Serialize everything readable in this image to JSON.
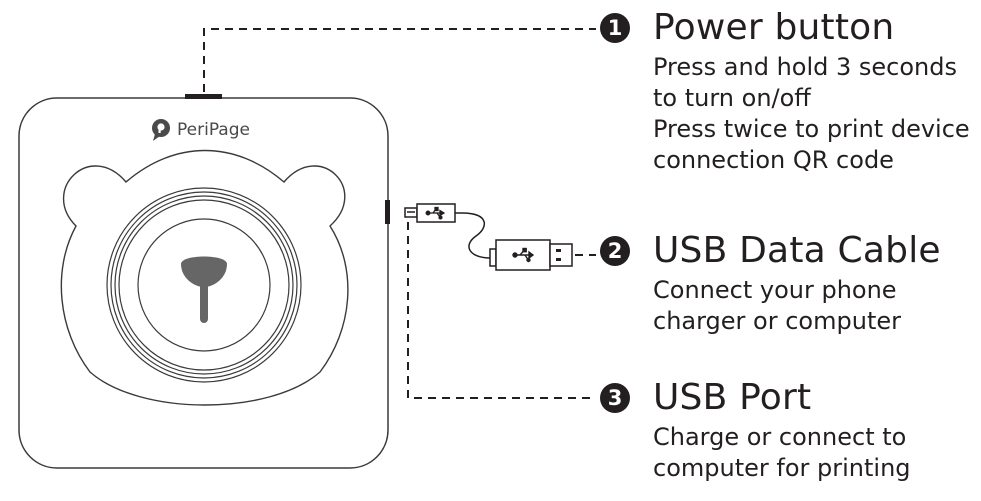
{
  "brand": {
    "name": "PeriPage"
  },
  "callouts": [
    {
      "number": "1",
      "title": "Power button",
      "lines": [
        "Press and hold 3 seconds",
        "to turn on/off",
        "Press twice to print device",
        "connection QR code"
      ]
    },
    {
      "number": "2",
      "title": "USB Data Cable",
      "lines": [
        "Connect your phone",
        "charger or computer"
      ]
    },
    {
      "number": "3",
      "title": "USB Port",
      "lines": [
        "Charge or connect to",
        "computer for printing"
      ]
    }
  ],
  "icons": [
    "peripage-logo-icon",
    "usb-symbol-icon"
  ],
  "colors": {
    "ink": "#231f20",
    "outline": "#3a3a3a",
    "knob": "#666666",
    "background": "#ffffff"
  }
}
